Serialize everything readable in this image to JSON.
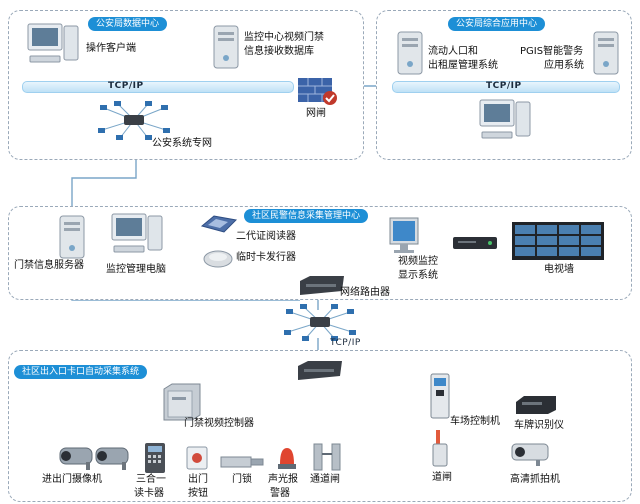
{
  "zones": {
    "psb_data_center": "公安局数据中心",
    "psb_app_center": "公安局综合应用中心",
    "community_police": "社区民警信息采集管理中心",
    "community_gate": "社区出入口卡口自动采集系统"
  },
  "protocols": {
    "tcpip_left": "TCP/IP",
    "tcpip_right": "TCP/IP",
    "tcpip_lower": "TCP/IP"
  },
  "labels": {
    "operate_client": "操作客户端",
    "monitor_db_line1": "监控中心视频门禁",
    "monitor_db_line2": "信息接收数据库",
    "gateway": "网闸",
    "floating_pop_line1": "流动人口和",
    "floating_pop_line2": "出租屋管理系统",
    "pgis_line1": "PGIS智能警务",
    "pgis_line2": "应用系统",
    "police_network": "公安系统专网",
    "door_server": "门禁信息服务器",
    "monitor_pc": "监控管理电脑",
    "id_reader": "二代证阅读器",
    "temp_card": "临时卡发行器",
    "video_display_line1": "视频监控",
    "video_display_line2": "显示系统",
    "tv_wall": "电视墙",
    "router": "网络路由器",
    "door_video_controller": "门禁视频控制器",
    "parking_controller": "车场控制机",
    "plate_recognizer": "车牌识别仪",
    "in_out_camera": "进出门摄像机",
    "three_in_one_line1": "三合一",
    "three_in_one_line2": "读卡器",
    "exit_button_line1": "出门",
    "exit_button_line2": "按钮",
    "door_lock": "门锁",
    "alarm_line1": "声光报",
    "alarm_line2": "警器",
    "turnstile": "通道闸",
    "barrier": "道闸",
    "hd_camera": "高清抓拍机"
  },
  "icons": [
    "workstation-icon",
    "server-tower-icon",
    "firewall-icon",
    "network-hub-icon",
    "monitor-icon",
    "card-reader-icon",
    "card-issuer-icon",
    "dvr-icon",
    "tv-wall-icon",
    "router-icon",
    "controller-box-icon",
    "bullet-camera-icon",
    "keypad-reader-icon",
    "exit-button-icon",
    "door-lock-icon",
    "alarm-light-icon",
    "turnstile-icon",
    "barrier-gate-icon",
    "parking-terminal-icon",
    "plate-recognizer-icon",
    "hd-camera-icon"
  ],
  "colors": {
    "zone_title_bg": "#1d8fd6",
    "bar_fill": "#bfe1f6",
    "link_line": "#7aa6c8",
    "gateway_red": "#c0392b"
  }
}
